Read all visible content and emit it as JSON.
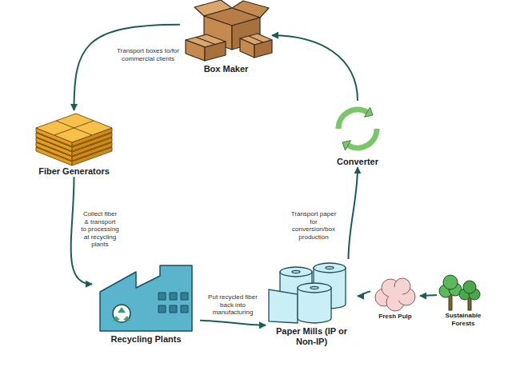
{
  "diagram": {
    "nodes": [
      {
        "text": [
          "Box Maker"
        ]
      },
      {
        "text": [
          "Converter"
        ]
      },
      {
        "text": [
          "Paper Mills (IP or Non-IP)"
        ]
      },
      {
        "text": [
          "Fresh Pulp"
        ]
      },
      {
        "text": [
          "Sustainable Forests"
        ]
      },
      {
        "text": [
          "Recycling Plants"
        ]
      },
      {
        "text": [
          "Fiber Generators"
        ]
      }
    ],
    "edges": [
      {
        "from": 0,
        "to": 6,
        "label": "Transport boxes to/for commercial clients",
        "arrow": "to"
      },
      {
        "from": 6,
        "to": 5,
        "label": "Collect fiber & transport to processing at recycling plants",
        "arrow": "to"
      },
      {
        "from": 5,
        "to": 2,
        "label": "Put recycled fiber back into manufacturing",
        "arrow": "to"
      },
      {
        "from": 2,
        "to": 1,
        "label": "Transport paper for conversion/box production",
        "arrow": "to"
      },
      {
        "from": 1,
        "to": 0,
        "arrow": "to"
      },
      {
        "from": 4,
        "to": 3,
        "arrow": "to"
      },
      {
        "from": 3,
        "to": 2,
        "arrow": "to"
      }
    ]
  }
}
